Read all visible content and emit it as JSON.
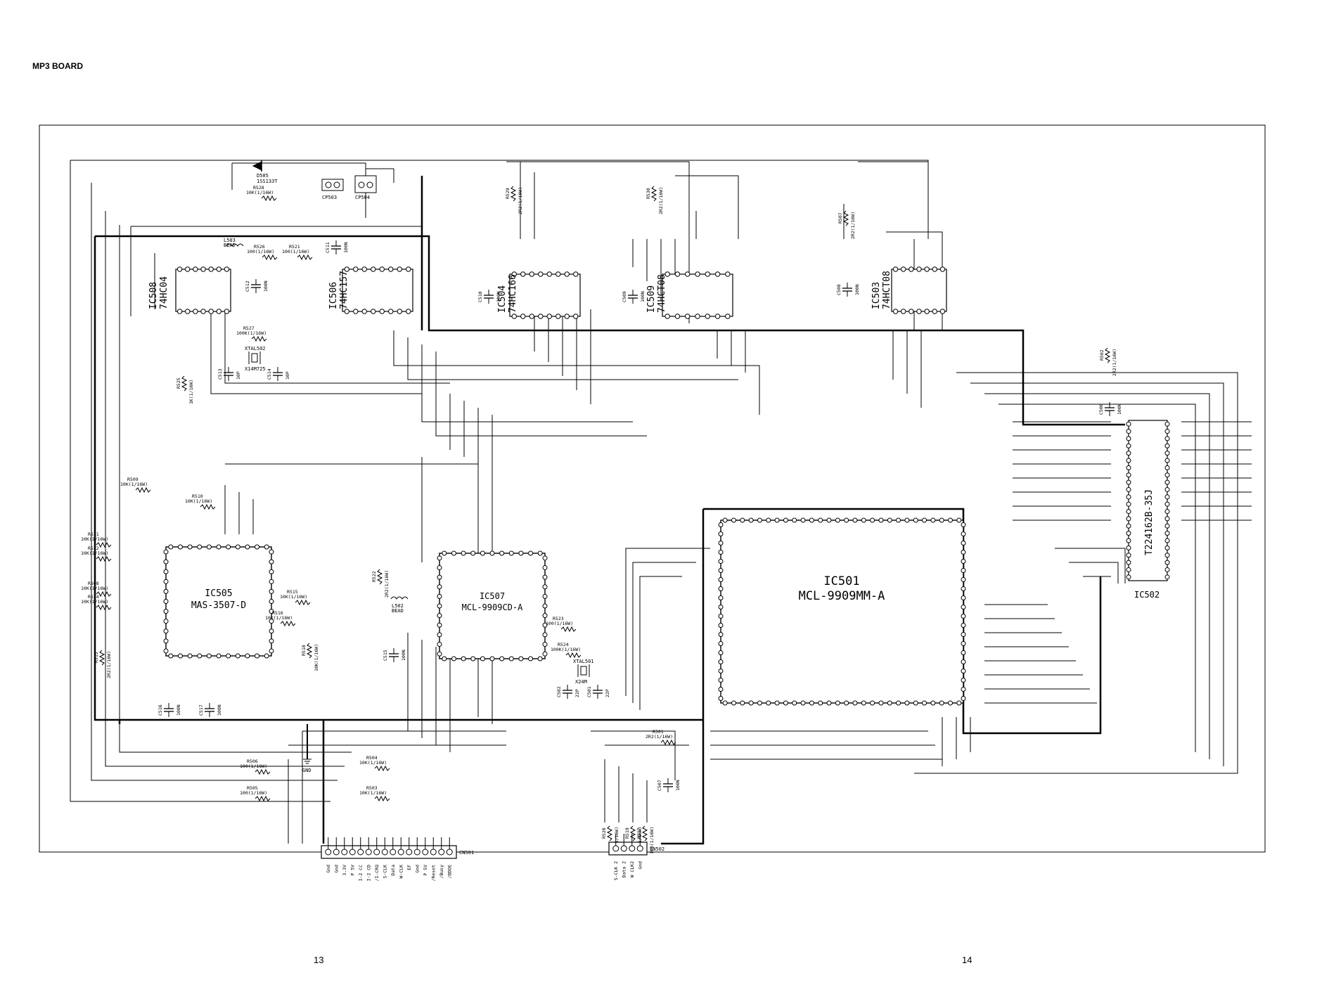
{
  "page": {
    "title": "MP3 BOARD",
    "page_left": "13",
    "page_right": "14"
  },
  "components": {
    "ic508": {
      "ref": "IC508",
      "part": "74HC04"
    },
    "ic506": {
      "ref": "IC506",
      "part": "74HC157"
    },
    "ic504": {
      "ref": "IC504",
      "part": "74HC166"
    },
    "ic509": {
      "ref": "IC509",
      "part": "74HCT08"
    },
    "ic503": {
      "ref": "IC503",
      "part": "74HCT08"
    },
    "ic505": {
      "ref": "IC505",
      "part": "MAS-3507-D"
    },
    "ic507": {
      "ref": "IC507",
      "part": "MCL-9909CD-A"
    },
    "ic501": {
      "ref": "IC501",
      "part": "MCL-9909MM-A"
    },
    "ic502": {
      "ref": "IC502",
      "part": "T224162B-35J"
    },
    "cp503": "CP503",
    "cp504": "CP504",
    "d505": {
      "ref": "D505",
      "part": "1SS133T"
    },
    "xtal502": {
      "ref": "XTAL502",
      "part": "X14M725"
    },
    "xtal501": {
      "ref": "XTAL501",
      "part": "X24M"
    },
    "l503": {
      "ref": "L503",
      "part": "BEAD"
    },
    "l502": {
      "ref": "L502",
      "part": "BEAD"
    },
    "gnd": "GND"
  },
  "resistors": [
    {
      "id": "r528",
      "ref": "R528",
      "value": "10K(1/16W)"
    },
    {
      "id": "r526",
      "ref": "R526",
      "value": "100(1/16W)"
    },
    {
      "id": "r521",
      "ref": "R521",
      "value": "100(1/16W)"
    },
    {
      "id": "r527",
      "ref": "R527",
      "value": "100K(1/16W)"
    },
    {
      "id": "r525",
      "ref": "R525",
      "value": "1K(1/16W)"
    },
    {
      "id": "r529",
      "ref": "R529",
      "value": "2R2(1/16W)"
    },
    {
      "id": "r530",
      "ref": "R530",
      "value": "2R2(1/16W)"
    },
    {
      "id": "r507",
      "ref": "R507",
      "value": "2R2(1/16W)"
    },
    {
      "id": "r502",
      "ref": "R502",
      "value": "2R2(1/16W)"
    },
    {
      "id": "r509",
      "ref": "R509",
      "value": "10K(1/16W)"
    },
    {
      "id": "r510",
      "ref": "R510",
      "value": "10K(1/16W)"
    },
    {
      "id": "r511",
      "ref": "R511",
      "value": "10K(1/16W)"
    },
    {
      "id": "r512",
      "ref": "R512",
      "value": "10K(1/16W)"
    },
    {
      "id": "r508",
      "ref": "R508",
      "value": "10K(1/16W)"
    },
    {
      "id": "r514",
      "ref": "R514",
      "value": "10K(1/16W)"
    },
    {
      "id": "r513",
      "ref": "R513",
      "value": "2R2(1/16W)"
    },
    {
      "id": "r515",
      "ref": "R515",
      "value": "10K(1/16W)"
    },
    {
      "id": "r516",
      "ref": "R516",
      "value": "10K(1/16W)"
    },
    {
      "id": "r518",
      "ref": "R518",
      "value": "10K(1/16W)"
    },
    {
      "id": "r522",
      "ref": "R522",
      "value": "2R2(1/16W)"
    },
    {
      "id": "r523",
      "ref": "R523",
      "value": "100(1/16W)"
    },
    {
      "id": "r524",
      "ref": "R524",
      "value": "100K(1/16W)"
    },
    {
      "id": "r501",
      "ref": "R501",
      "value": "2R2(1/16W)"
    },
    {
      "id": "r506",
      "ref": "R506",
      "value": "100(1/16W)"
    },
    {
      "id": "r504",
      "ref": "R504",
      "value": "10K(1/16W)"
    },
    {
      "id": "r505",
      "ref": "R505",
      "value": "100(1/16W)"
    },
    {
      "id": "r503",
      "ref": "R503",
      "value": "10K(1/16W)"
    },
    {
      "id": "r520",
      "ref": "R520",
      "value": "100(1/16W)"
    },
    {
      "id": "r517",
      "ref": "R517",
      "value": "100(1/16W)"
    },
    {
      "id": "r519",
      "ref": "R519",
      "value": "100(1/16W)"
    }
  ],
  "capacitors": [
    {
      "id": "c512",
      "ref": "C512",
      "value": "100N"
    },
    {
      "id": "c511",
      "ref": "C511",
      "value": "100N"
    },
    {
      "id": "c513",
      "ref": "C513",
      "value": "10P"
    },
    {
      "id": "c514",
      "ref": "C514",
      "value": "10P"
    },
    {
      "id": "c510",
      "ref": "C510",
      "value": "100N"
    },
    {
      "id": "c509",
      "ref": "C509",
      "value": "100N"
    },
    {
      "id": "c508",
      "ref": "C508",
      "value": "100N"
    },
    {
      "id": "c506",
      "ref": "C506",
      "value": "100N"
    },
    {
      "id": "c516",
      "ref": "C516",
      "value": "100N"
    },
    {
      "id": "c517",
      "ref": "C517",
      "value": "100N"
    },
    {
      "id": "c515",
      "ref": "C515",
      "value": "100N"
    },
    {
      "id": "c502",
      "ref": "C502",
      "value": "22P"
    },
    {
      "id": "c501",
      "ref": "C501",
      "value": "22P"
    },
    {
      "id": "c507",
      "ref": "C507",
      "value": "100N"
    }
  ],
  "connectors": {
    "cn501": {
      "ref": "CN501",
      "pins": [
        "Gnd",
        "Gnd",
        "3.3V",
        "P 5V",
        "I-2 CC",
        "I-2 CD",
        "/I-CRQ",
        "S-CLK",
        "Data",
        "W-CLK",
        "EF",
        "Gnd",
        "P 5V",
        "/Reset",
        "/Busy",
        "/DDOE"
      ]
    },
    "cn502": {
      "ref": "CN502",
      "pins": [
        "S-CLK 2",
        "Data 2",
        "W CLK2",
        "Gnd"
      ]
    }
  }
}
